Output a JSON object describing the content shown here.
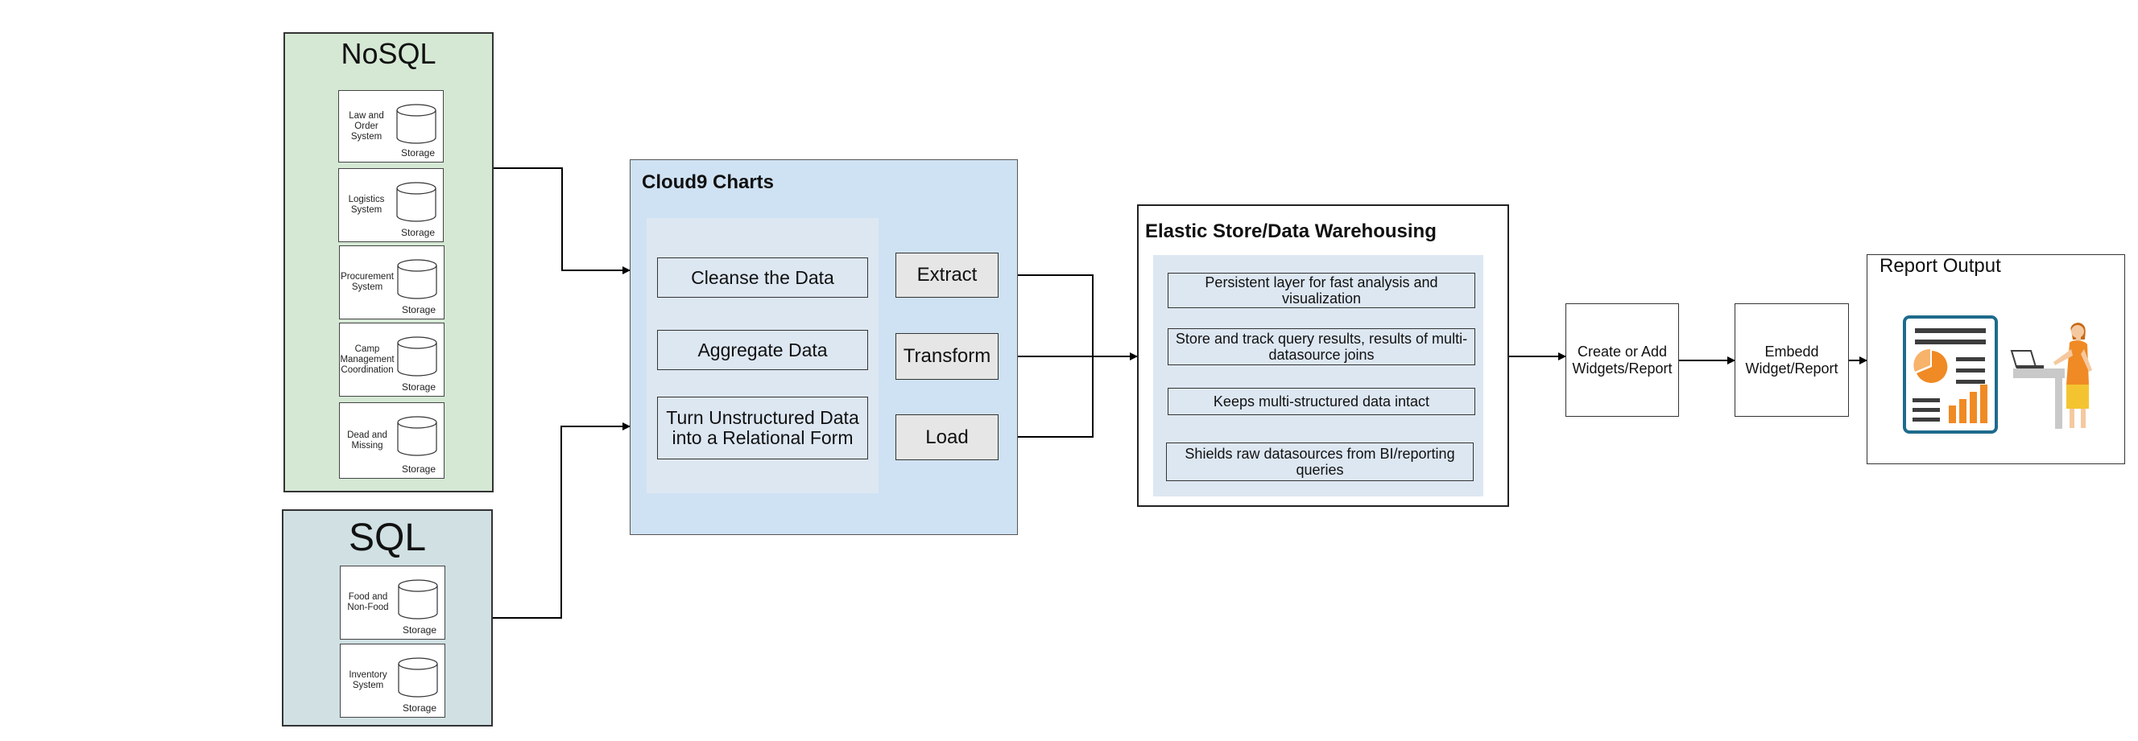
{
  "nosql": {
    "title": "NoSQL",
    "items": [
      {
        "label": "Law and Order System",
        "caption": "Storage"
      },
      {
        "label": "Logistics System",
        "caption": "Storage"
      },
      {
        "label": "Procurement System",
        "caption": "Storage"
      },
      {
        "label": "Camp Management Coordination",
        "caption": "Storage"
      },
      {
        "label": "Dead and Missing",
        "caption": "Storage"
      }
    ]
  },
  "sql": {
    "title": "SQL",
    "items": [
      {
        "label": "Food and Non-Food",
        "caption": "Storage"
      },
      {
        "label": "Inventory System",
        "caption": "Storage"
      }
    ]
  },
  "cloud9": {
    "title": "Cloud9 Charts",
    "tasks": [
      "Cleanse the Data",
      "Aggregate Data",
      "Turn Unstructured Data into a Relational Form"
    ],
    "etl": [
      "Extract",
      "Transform",
      "Load"
    ]
  },
  "elastic": {
    "title": "Elastic Store/Data Warehousing",
    "items": [
      "Persistent layer for fast analysis and visualization",
      "Store and track query results, results of multi-datasource joins",
      "Keeps multi-structured data intact",
      "Shields raw datasources from BI/reporting queries"
    ]
  },
  "process": {
    "create": "Create or Add Widgets/Report",
    "embed": "Embedd Widget/Report"
  },
  "report": {
    "title": "Report Output"
  },
  "colors": {
    "nosql_bg": "#d5e8d4",
    "sql_bg": "#d0e0e3",
    "cloud9_bg": "#cfe2f3",
    "inner_bg": "#dde7f2",
    "etl_bg": "#e6e6e6",
    "illustration_accent": "#f08a24",
    "illustration_frame": "#1e6b8c"
  }
}
